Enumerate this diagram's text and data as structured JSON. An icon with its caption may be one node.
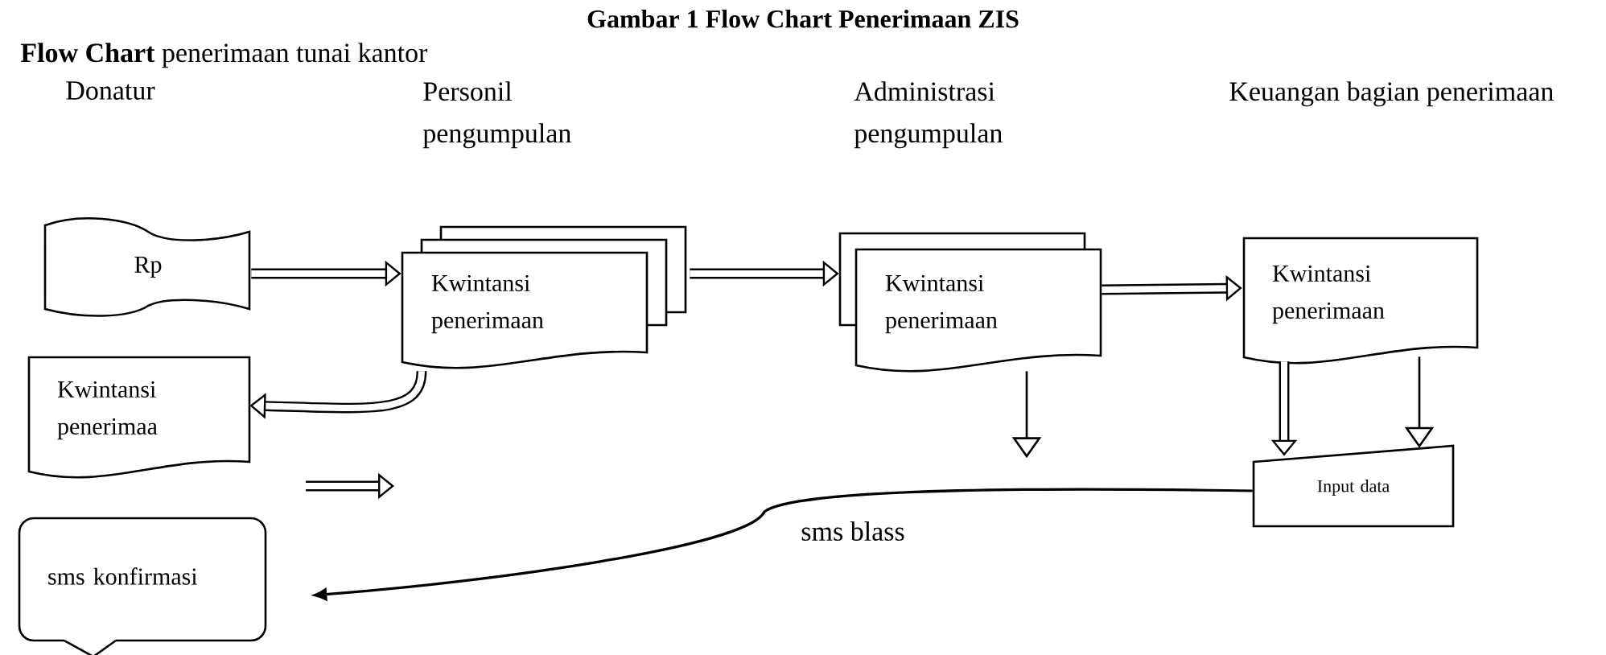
{
  "diagram": {
    "title": "Gambar 1 Flow Chart Penerimaan ZIS",
    "nodes": [
      {
        "text": [
          "Rp"
        ]
      },
      {
        "text": [
          "Kwintansi penerimaan"
        ]
      },
      {
        "text": [
          "Kwintansi penerimaan"
        ]
      },
      {
        "text": [
          "Kwintansi penerimaan"
        ]
      },
      {
        "text": [
          "Kwintansi penerimaa"
        ]
      },
      {
        "text": [
          "Input data"
        ]
      },
      {
        "text": [
          "sms konfirmasi"
        ]
      }
    ],
    "edges": [
      {
        "from": 0,
        "to": 1,
        "arrow": "to"
      },
      {
        "from": 1,
        "to": 2,
        "arrow": "to"
      },
      {
        "from": 2,
        "to": 3,
        "arrow": "to"
      },
      {
        "from": 1,
        "to": 4,
        "arrow": "to"
      },
      {
        "from": 2,
        "to": null,
        "arrow": "to"
      },
      {
        "from": 3,
        "to": 5,
        "arrow": "to"
      },
      {
        "from": 3,
        "to": 5,
        "arrow": "to"
      },
      {
        "from": 5,
        "to": 6,
        "arrow": "to",
        "label": "sms blass"
      }
    ],
    "labels": [
      "**Flow Chart** penerimaan tunai kantor",
      "Donatur",
      "Personil pengumpulan",
      "Administrasi pengumpulan",
      "Keuangan bagian penerimaan"
    ]
  }
}
